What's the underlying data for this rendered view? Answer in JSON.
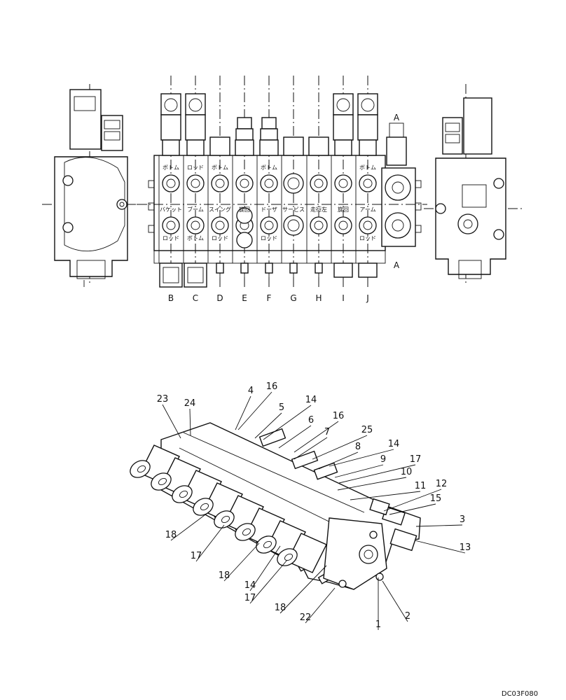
{
  "section_labels": [
    "B",
    "C",
    "D",
    "E",
    "F",
    "G",
    "H",
    "I",
    "J"
  ],
  "side_label_a": "A",
  "jp_labels_top_row": [
    "ボトム",
    "ロッド",
    "ボトム",
    "",
    "ボトム",
    "",
    "",
    "",
    "ボトム"
  ],
  "jp_labels_mid_row": [
    "バケット",
    "ブーム",
    "スイング",
    "旋回",
    "ドーザ",
    "サービス",
    "走行左",
    "旋回",
    "アーム"
  ],
  "jp_labels_bottom_row": [
    "ロッド",
    "ボトム",
    "ロッド",
    "",
    "ロッド",
    "",
    "",
    "",
    "ロッド"
  ],
  "callouts": [
    "1",
    "2",
    "3",
    "4",
    "5",
    "6",
    "7",
    "8",
    "9",
    "10",
    "11",
    "12",
    "13",
    "14",
    "14",
    "14",
    "15",
    "16",
    "16",
    "17",
    "17",
    "17",
    "18",
    "18",
    "18",
    "22",
    "23",
    "24",
    "25"
  ],
  "figure_code": "DC03F080"
}
